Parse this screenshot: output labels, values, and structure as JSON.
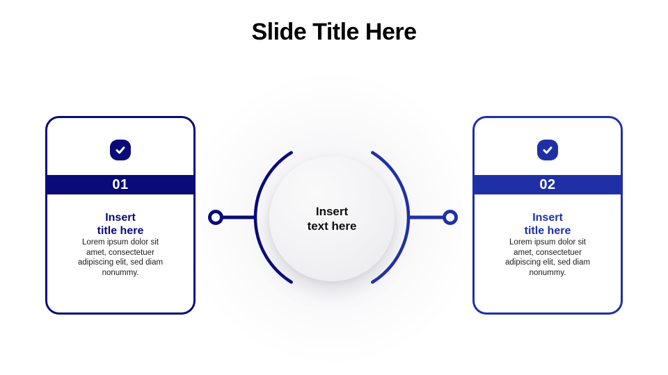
{
  "title": "Slide Title Here",
  "colors": {
    "accent1": "#0a0a78",
    "accent2": "#1f30a6",
    "band_text": "#ffffff",
    "body_text": "#1a1a1a",
    "title_text": "#000000",
    "circle_fill": "#f0f0f3"
  },
  "center_circle": {
    "line1": "Insert",
    "line2": "text here"
  },
  "cards": [
    {
      "number": "01",
      "icon": "check-icon",
      "accent": "#0a0a78",
      "title_lines": [
        "Insert",
        "title here"
      ],
      "body_lines": [
        "Lorem ipsum dolor sit",
        "amet, consectetuer",
        "adipiscing elit, sed diam",
        "nonummy."
      ]
    },
    {
      "number": "02",
      "icon": "check-icon",
      "accent": "#1f30a6",
      "title_lines": [
        "Insert",
        "title here"
      ],
      "body_lines": [
        "Lorem ipsum dolor sit",
        "amet, consectetuer",
        "adipiscing elit, sed diam",
        "nonummy."
      ]
    }
  ]
}
